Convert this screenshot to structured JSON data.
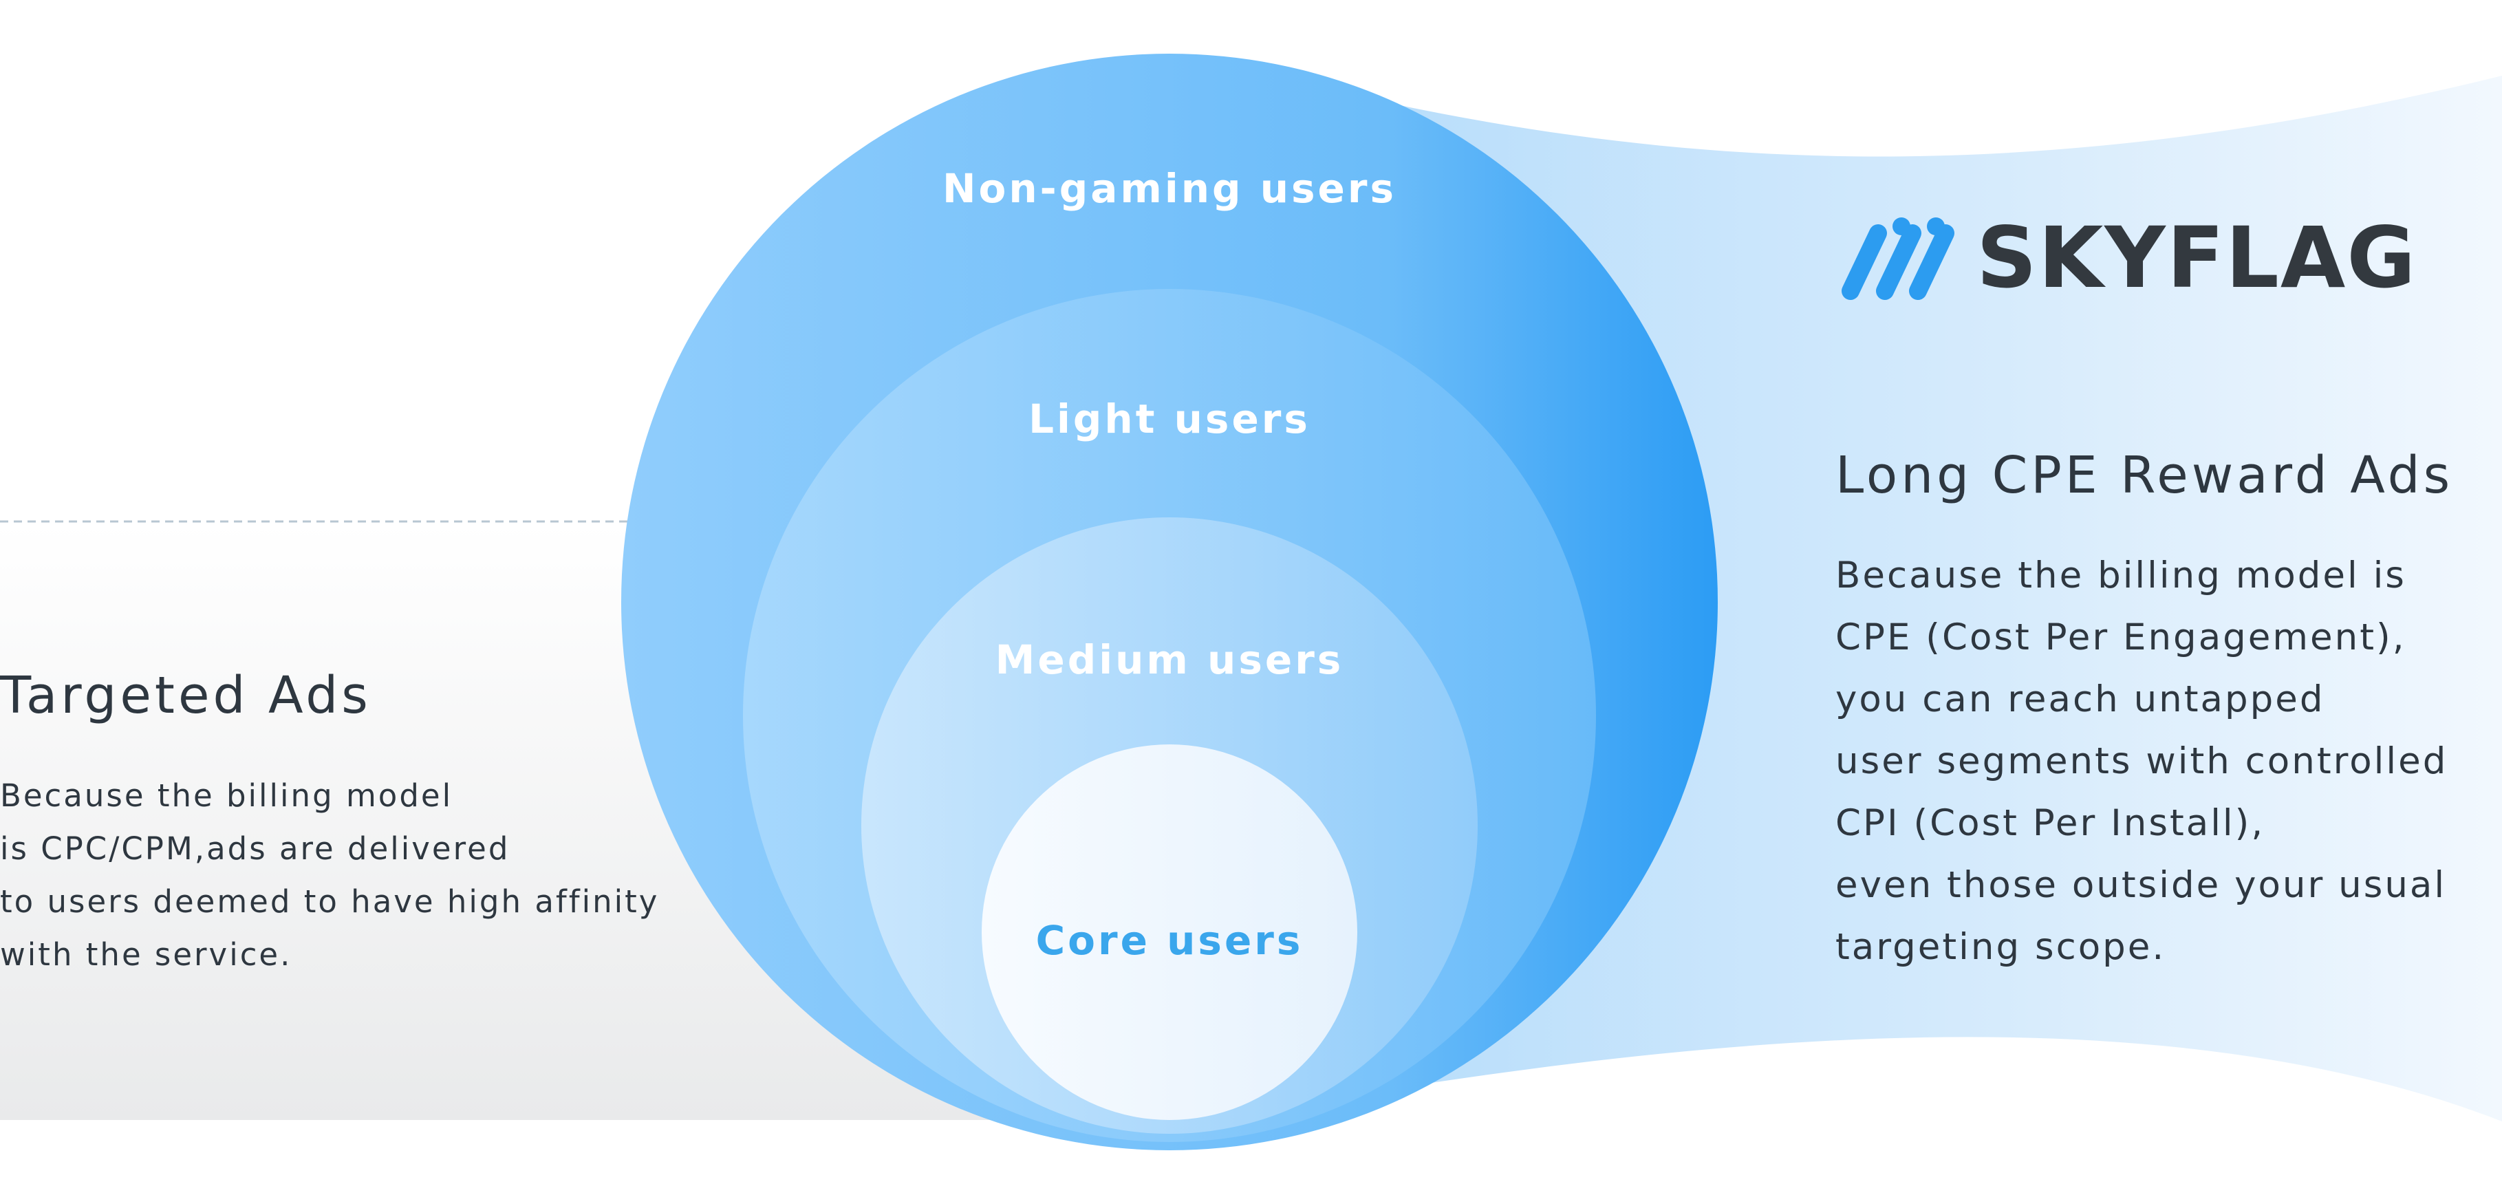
{
  "left_panel": {
    "title": "Targeted Ads",
    "body_lines": [
      "Because the billing model",
      "is CPC/CPM,ads are delivered",
      "to users deemed to have high affinity",
      "with the service."
    ]
  },
  "circles": {
    "outer_label": "Non-gaming users",
    "second_label": "Light users",
    "third_label": "Medium users",
    "inner_label": "Core users"
  },
  "right_panel": {
    "brand_name": "SKYFLAG",
    "brand_icon": "skyflag-slash-logo-icon",
    "title": "Long CPE Reward Ads",
    "body_lines": [
      "Because the billing model is",
      "CPE (Cost Per Engagement),",
      "you can reach untapped",
      "user segments with controlled",
      "CPI (Cost Per Install),",
      "even those outside your usual",
      "targeting scope."
    ]
  },
  "colors": {
    "accent_blue": "#2ea0f3",
    "light_blue": "#cfe8fb",
    "text_dark": "#2e3740",
    "core_label": "#3aa6ec",
    "grey_band": "#ebebeb"
  }
}
